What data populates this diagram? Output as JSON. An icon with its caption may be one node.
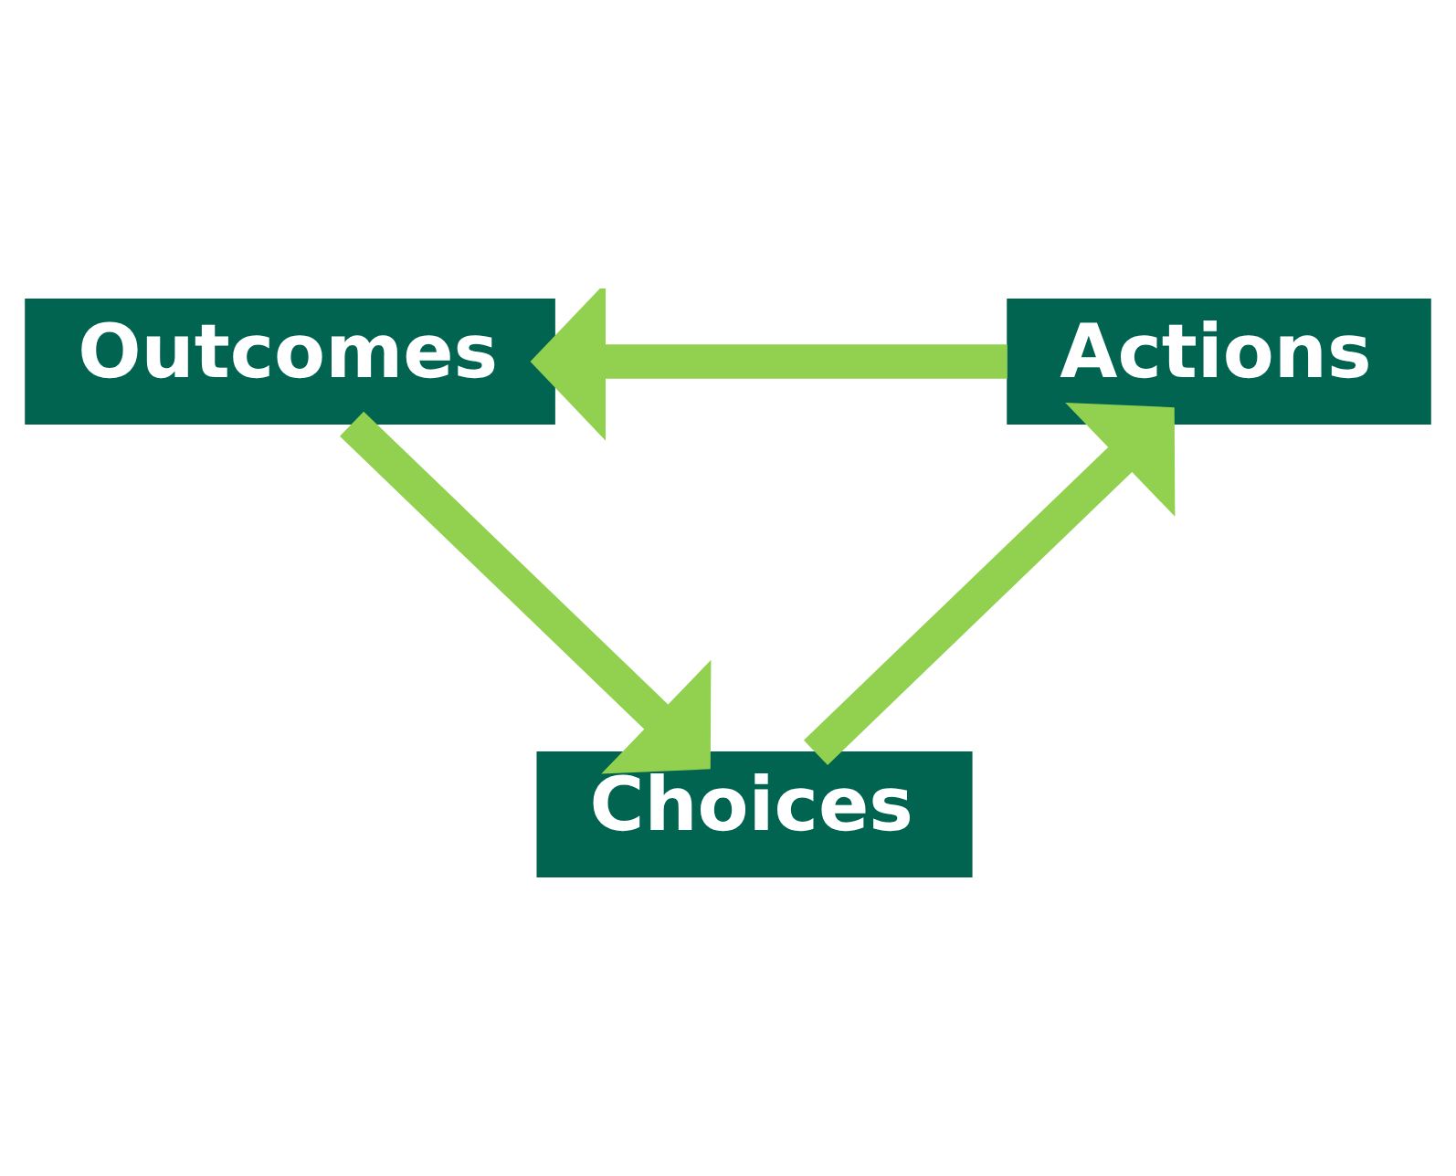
{
  "diagram": {
    "nodes": [
      {
        "text": [
          "Choices"
        ]
      },
      {
        "text": [
          "Actions"
        ]
      },
      {
        "text": [
          "Outcomes"
        ]
      }
    ],
    "edges": [
      {
        "from": 0,
        "to": 1,
        "arrow": "to"
      },
      {
        "from": 1,
        "to": 2,
        "arrow": "to"
      },
      {
        "from": 2,
        "to": 0,
        "arrow": "to"
      }
    ]
  }
}
